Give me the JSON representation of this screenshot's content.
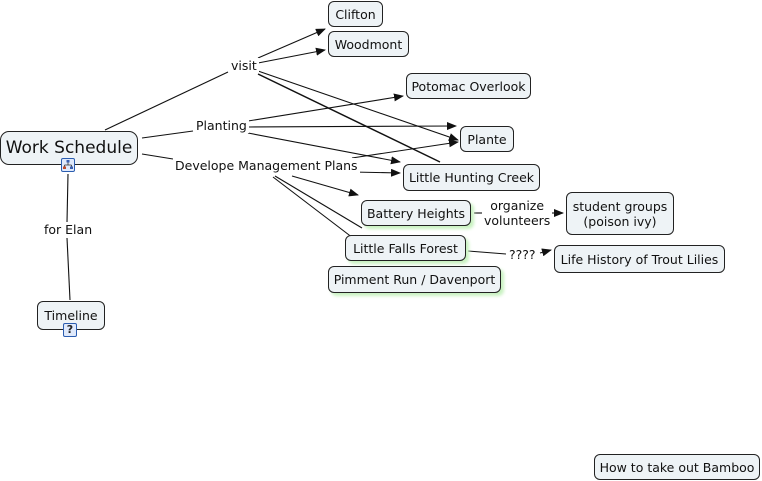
{
  "map": {
    "root": {
      "label": "Work Schedule",
      "icon": "concept-map-icon"
    },
    "linking_phrases": {
      "visit": "visit",
      "planting": "Planting",
      "develop": "Develope Management Plans",
      "for_elan": "for Elan",
      "organize": "organize\nvolunteers",
      "question": "????"
    },
    "concepts": {
      "clifton": "Clifton",
      "woodmont": "Woodmont",
      "potomac": "Potomac Overlook",
      "plante": "Plante",
      "little_hunting": "Little Hunting Creek",
      "battery": "Battery Heights",
      "student_groups": "student groups\n(poison ivy)",
      "little_falls": "Little Falls Forest",
      "pimment": "Pimment Run / Davenport",
      "trout_lilies": "Life History of Trout Lilies",
      "timeline": "Timeline",
      "bamboo": "How to take out Bamboo"
    },
    "timeline_icon": "document-question-icon",
    "colors": {
      "node_fill": "#eef3f6",
      "node_border": "#222222",
      "shadow": "#c8f2c0",
      "line": "#111111"
    }
  }
}
